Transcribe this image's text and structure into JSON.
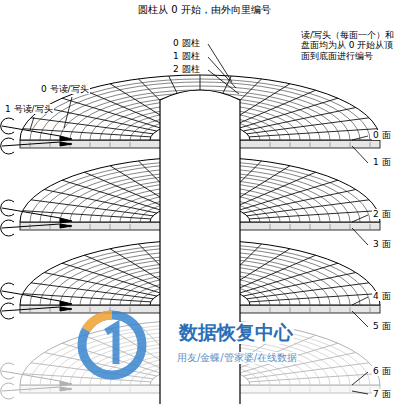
{
  "diagram": {
    "title": "圆柱从 0 开始，由外向里编号",
    "labels": [
      "0 圆柱",
      "1 圆柱",
      "2 圆柱",
      "读/写头（每面一个）和盘面均为从 0 开始从顶面到底面进行编号",
      "0 号读/写头",
      "1 号读/写头",
      "0 面",
      "1 面",
      "2 面",
      "3 面",
      "4 面",
      "5 面",
      "6 面",
      "7 面",
      "数据恢复中心",
      "用友/金蝶/管家婆/在线数据"
    ]
  }
}
